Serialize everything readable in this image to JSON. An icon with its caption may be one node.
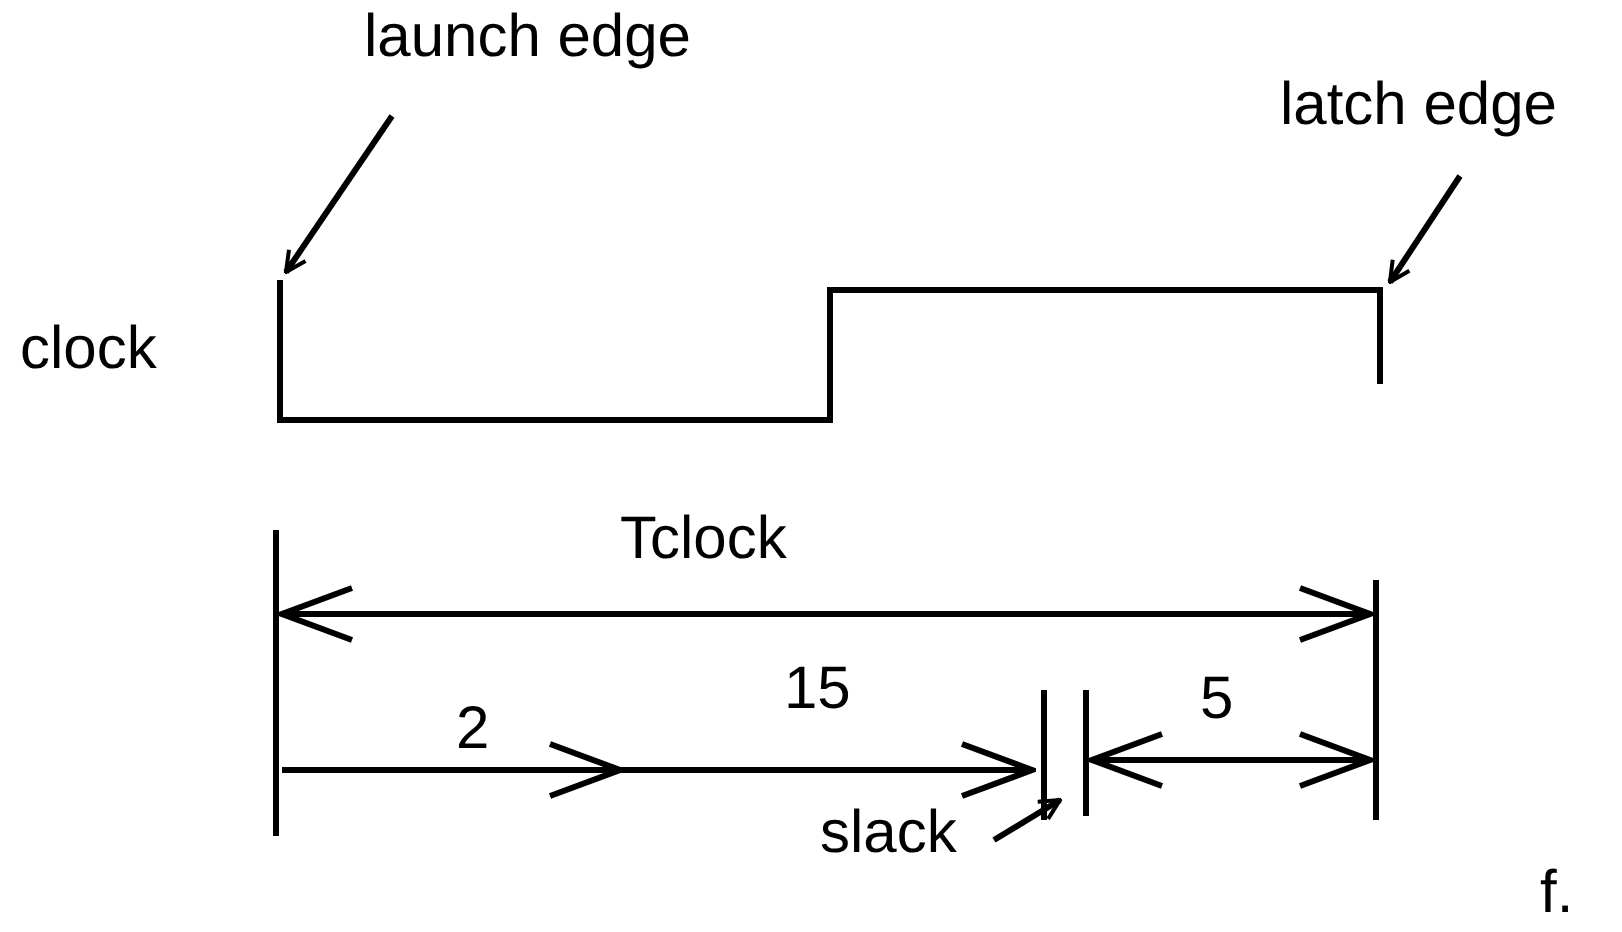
{
  "diagram": {
    "nodes": [
      {
        "text": [
          "launch edge"
        ]
      },
      {
        "text": [
          "latch edge"
        ]
      },
      {
        "text": [
          "slack"
        ]
      },
      {
        "text": [],
        "shape": "picture"
      }
    ],
    "edges": [
      {
        "from": 0,
        "to": 3,
        "arrow": "to"
      },
      {
        "from": 1,
        "to": 3,
        "arrow": "to"
      },
      {
        "from": 2,
        "to": null,
        "arrow": "to"
      }
    ],
    "labels": [
      "clock",
      "Tclock",
      "2",
      "15",
      "5",
      "f."
    ]
  }
}
